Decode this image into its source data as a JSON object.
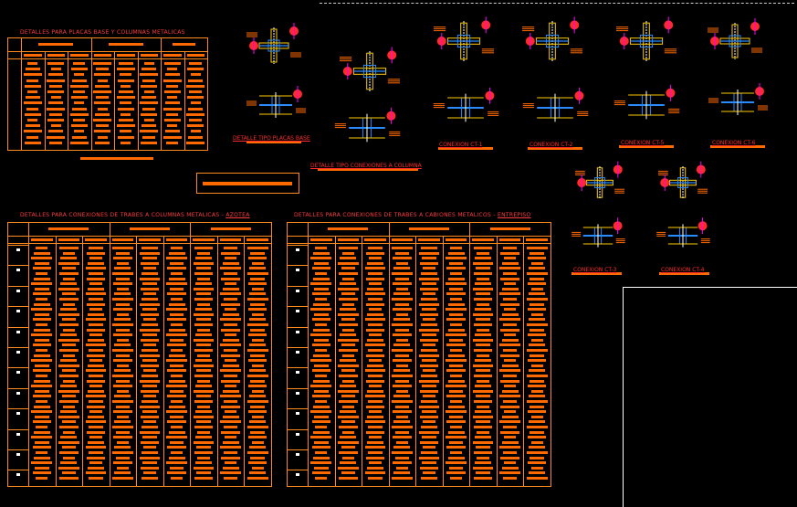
{
  "drawing": {
    "background_color": "#000000",
    "accent_orange": "#ff6a00",
    "accent_yellow": "#ffcc00",
    "accent_red": "#ff2a2a",
    "accent_blue": "#2a8aff",
    "accent_magenta": "#ff00ff"
  },
  "tables": {
    "base_plates": {
      "title": "DETALLES PARA PLACAS BASE Y COLUMNAS METALICAS"
    },
    "beam_column": {
      "title_prefix": "DETALLES PARA CONEXIONES DE TRABES A COLUMNAS METALICAS - ",
      "title_suffix": "AZOTEA"
    },
    "beam_girder": {
      "title_prefix": "DETALLES PARA CONEXIONES DE TRABES A CABIONES METALICOS - ",
      "title_suffix": "ENTREPISO"
    }
  },
  "details": {
    "base_plate_label": "DETALLE TIPO PLACAS BASE",
    "column_connection_label": "DETALLE TIPO CONEXIONES A COLUMNA",
    "ct1": "CONEXION CT-1",
    "ct2": "CONEXION CT-2",
    "ct5": "CONEXION CT-5",
    "ct6": "CONEXION CT-6",
    "ct3": "CONEXION CT-3",
    "ct4": "CONEXION CT-4"
  }
}
